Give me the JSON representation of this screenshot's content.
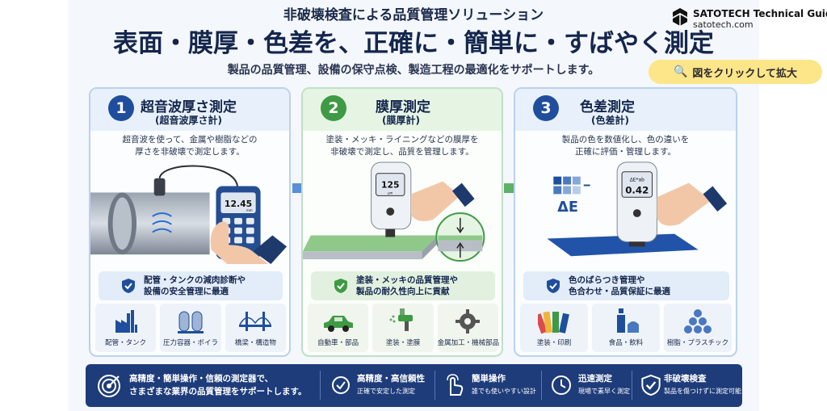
{
  "header": {
    "title_small": "非破壊検査による品質管理ソリューション",
    "title_big": "表面・膜厚・色差を、正確に・簡単に・すばやく測定",
    "subtitle": "製品の品質管理、設備の保守点検、製造工程の最適化をサポートします。"
  },
  "brand": {
    "name": "SATOTECH Technical Guide",
    "url": "satotech.com"
  },
  "zoom_button": {
    "label": "図をクリックして拡大",
    "icon": "magnifier-icon"
  },
  "cards": [
    {
      "number": "1",
      "title": "超音波厚さ測定",
      "subtitle": "(超音波厚さ計)",
      "desc": [
        "超音波を使って、金属や樹脂などの",
        "厚さを非破壊で測定します。"
      ],
      "display_value": "12.45",
      "display_unit": "mm",
      "benefit": [
        "配管・タンクの減肉診断や",
        "設備の安全管理に最適"
      ],
      "industries": [
        "配管・タンク",
        "圧力容器・ボイラ",
        "橋梁・構造物"
      ]
    },
    {
      "number": "2",
      "title": "膜厚測定",
      "subtitle": "(膜厚計)",
      "desc": [
        "塗装・メッキ・ライニングなどの膜厚を",
        "非破壊で測定し、品質を管理します。"
      ],
      "display_value": "125",
      "display_unit": "μm",
      "benefit": [
        "塗装・メッキの品質管理や",
        "製品の耐久性向上に貢献"
      ],
      "industries": [
        "自動車・部品",
        "塗装・塗膜",
        "金属加工・機械部品"
      ]
    },
    {
      "number": "3",
      "title": "色差測定",
      "subtitle": "(色差計)",
      "desc": [
        "製品の色を数値化し、色の違いを",
        "正確に評価・管理します。"
      ],
      "display_label": "ΔE*ab",
      "display_value": "0.42",
      "delta_symbol": "ΔE",
      "benefit": [
        "色のばらつき管理や",
        "色合わせ・品質保証に最適"
      ],
      "industries": [
        "塗装・印刷",
        "食品・飲料",
        "樹脂・プラスチック"
      ]
    }
  ],
  "footer": {
    "lead": [
      "高精度・簡単操作・信頼の測定器で、",
      "さまざまな業界の品質管理をサポートします。"
    ],
    "features": [
      {
        "title": "高精度・高信頼性",
        "sub": "正確で安定した測定"
      },
      {
        "title": "簡単操作",
        "sub": "誰でも使いやすい設計"
      },
      {
        "title": "迅速測定",
        "sub": "現場で素早く測定"
      },
      {
        "title": "非破壊検査",
        "sub": "製品を傷つけずに測定可能"
      }
    ]
  },
  "colors": {
    "navy": "#1e3c7a",
    "blue": "#1f4e9c",
    "green": "#3f9a45",
    "accent_yellow": "#fde58a"
  }
}
